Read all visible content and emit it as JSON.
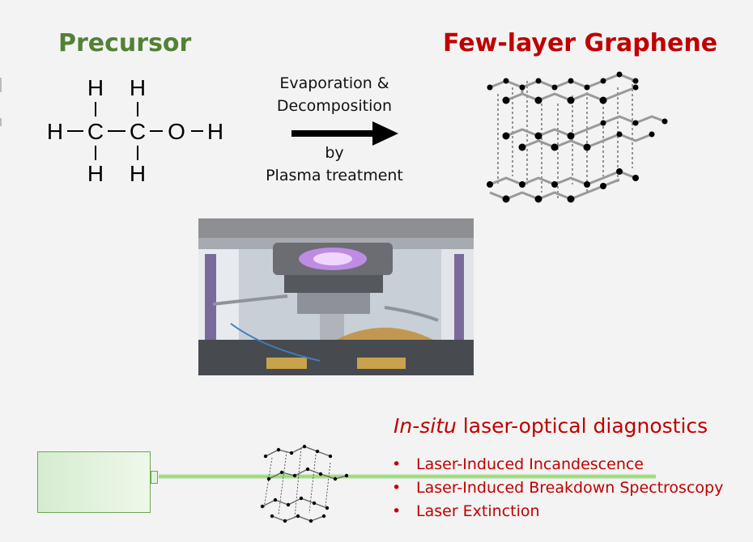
{
  "precursor": {
    "title": "Precursor",
    "atoms": {
      "h_top_1": "H",
      "h_top_2": "H",
      "h_left": "H",
      "c1": "C",
      "c2": "C",
      "o": "O",
      "h_right": "H",
      "h_bottom_1": "H",
      "h_bottom_2": "H"
    }
  },
  "process": {
    "line1": "Evaporation &",
    "line2": "Decomposition",
    "line3": "by",
    "line4": "Plasma treatment"
  },
  "product": {
    "title": "Few-layer Graphene"
  },
  "diagnostics": {
    "title_italic": "In-situ",
    "title_rest": " laser-optical diagnostics",
    "bullet_symbol": "•",
    "items": [
      "Laser-Induced Incandescence",
      "Laser-Induced Breakdown Spectroscopy",
      "Laser Extinction"
    ]
  },
  "colors": {
    "precursor_green": "#538135",
    "product_red": "#c00000",
    "laser_green": "#8fd16f"
  }
}
